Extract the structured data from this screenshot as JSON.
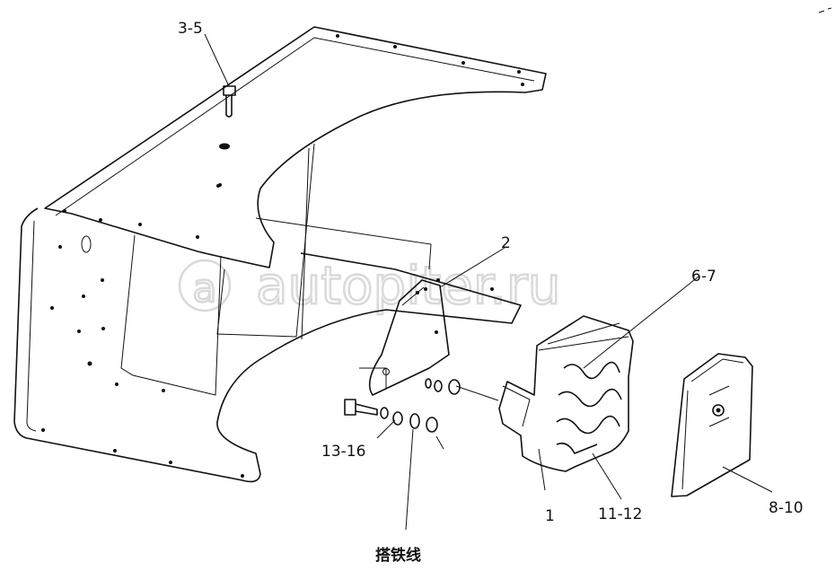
{
  "callouts": {
    "c1": "1",
    "c2": "2",
    "c3_5": "3-5",
    "c6_7": "6-7",
    "c8_10": "8-10",
    "c11_12": "11-12",
    "c13_16": "13-16",
    "ground_wire": "搭铁线"
  },
  "watermark": {
    "text": "autopiter.ru"
  }
}
